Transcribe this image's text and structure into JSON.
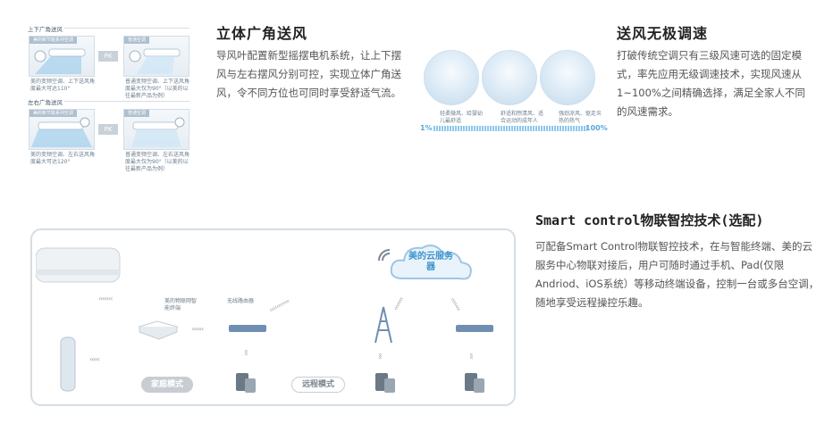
{
  "section1": {
    "title": "立体广角送风",
    "body": "导风叶配置新型摇摆电机系统，让上下摆风与左右摆风分别可控，实现立体广角送风，令不同方位也可同时享受舒适气流。",
    "top_label": "上下广角送风",
    "bottom_label": "左右广角送风",
    "pk": "PK",
    "card_left_head": "美的新节能系列空调",
    "card_right_head": "普通空调",
    "cap_tl": "美的变频空调、上下送风角度最大可达110°",
    "cap_tr": "普通变频空调、上下送风角度最大仅为90°（以美的以往最新产品为例）",
    "cap_bl": "美的变频空调、左右送风角度最大可达120°",
    "cap_br": "普通变频空调、左右送风角度最大仅为90°（以美的以往最新产品为例）"
  },
  "section2": {
    "title": "送风无极调速",
    "body": "打破传统空调只有三级风速可选的固定模式，率先应用无级调速技术，实现风速从1~100%之间精确选择，满足全家人不同的风速需求。",
    "cap1": "轻柔微风、给婴幼儿最舒适",
    "cap2": "舒适和煦清风、适合运动的成年人",
    "cap3": "强劲凉风、驱走炎热的热气",
    "scale_start": "1%",
    "scale_end": "100%"
  },
  "section3": {
    "title": "Smart control物联智控技术(选配)",
    "body": "可配备Smart Control物联智控技术，在与智能终端、美的云服务中心物联对接后，用户可随时通过手机、Pad(仅限Andriod、iOS系统）等移动终端设备，控制一台或多台空调，随地享受远程操控乐趣。",
    "cloud_label": "美的云服务器",
    "terminal_label": "美的物联网智能终端",
    "router_label": "无线路由器",
    "home_mode": "家庭模式",
    "remote_mode": "远程模式"
  },
  "colors": {
    "accent": "#5aa8dc",
    "panel_border": "#d6dde3",
    "pill": "#c7cdd3"
  }
}
